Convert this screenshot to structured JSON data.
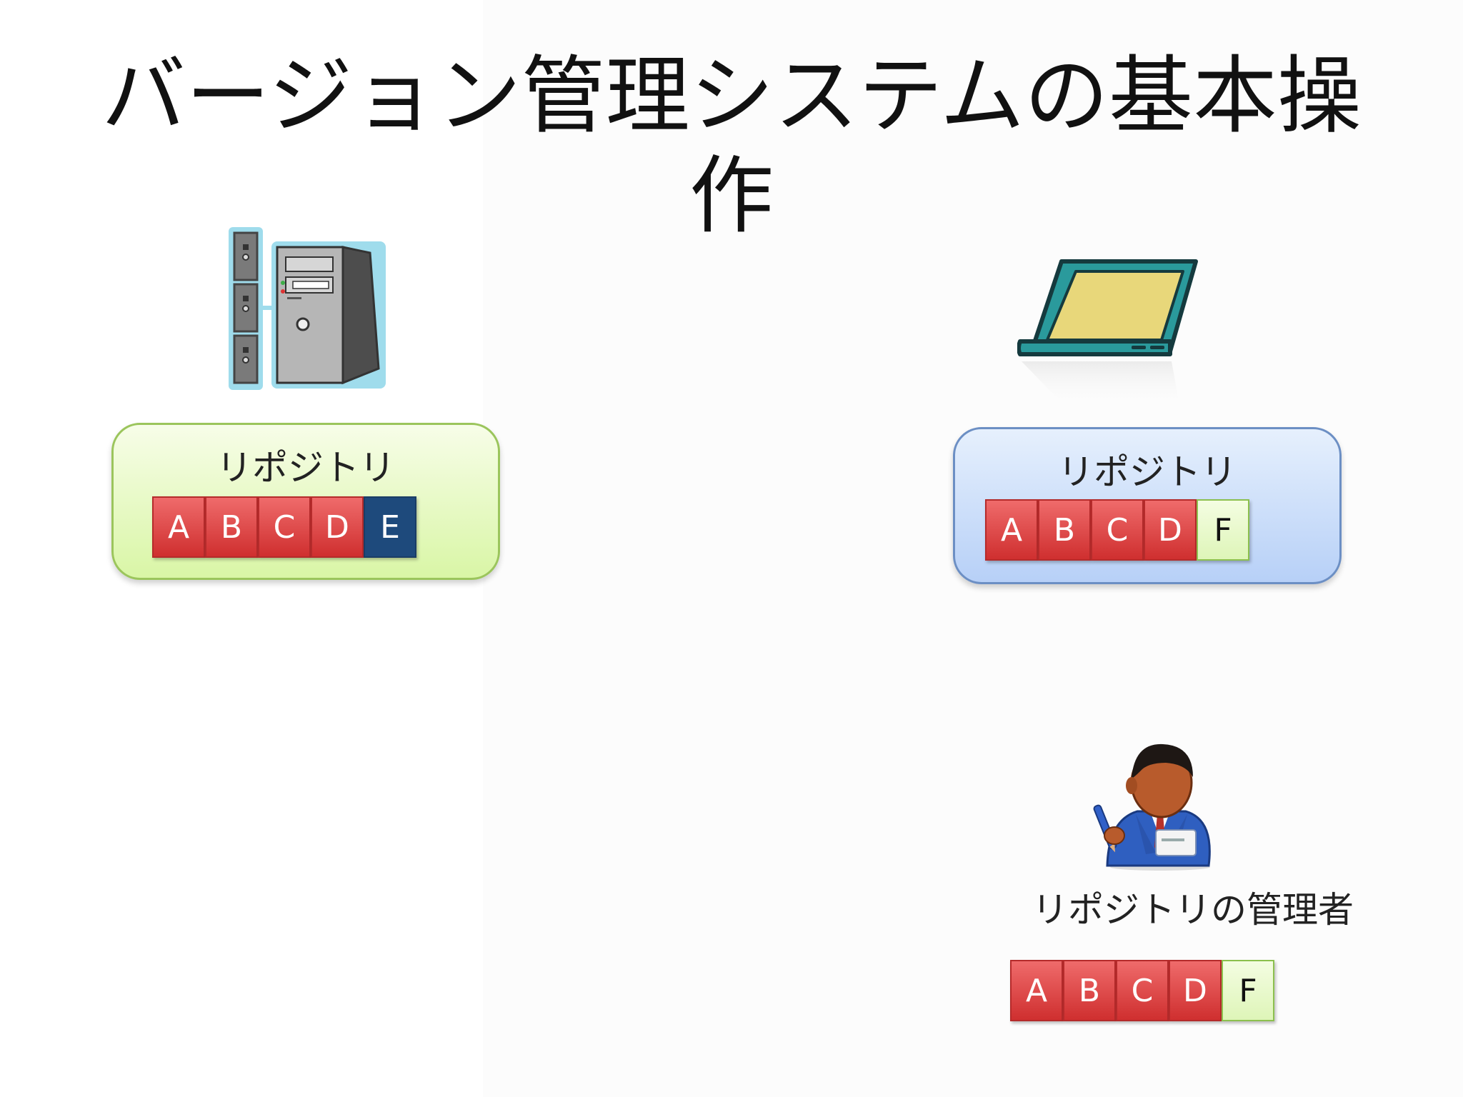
{
  "slide": {
    "title": "バージョン管理システムの基本操作",
    "server_repo": {
      "label": "リポジトリ",
      "commits": [
        {
          "id": "A",
          "state": "shared"
        },
        {
          "id": "B",
          "state": "shared"
        },
        {
          "id": "C",
          "state": "shared"
        },
        {
          "id": "D",
          "state": "shared"
        },
        {
          "id": "E",
          "state": "new-server"
        }
      ]
    },
    "local_repo": {
      "label": "リポジトリ",
      "commits": [
        {
          "id": "A",
          "state": "shared"
        },
        {
          "id": "B",
          "state": "shared"
        },
        {
          "id": "C",
          "state": "shared"
        },
        {
          "id": "D",
          "state": "shared"
        },
        {
          "id": "F",
          "state": "new-local"
        }
      ]
    },
    "admin": {
      "label": "リポジトリの管理者",
      "commits": [
        {
          "id": "A",
          "state": "shared"
        },
        {
          "id": "B",
          "state": "shared"
        },
        {
          "id": "C",
          "state": "shared"
        },
        {
          "id": "D",
          "state": "shared"
        },
        {
          "id": "F",
          "state": "new-local"
        }
      ]
    },
    "icons": {
      "server": "server-icon",
      "laptop": "laptop-icon",
      "admin": "person-icon"
    },
    "colors": {
      "commit_shared": "#d94444",
      "commit_new_server": "#1e4a7c",
      "commit_new_local": "#e4f7c6",
      "server_box": "#d9f6a6",
      "local_box": "#b7d0f7"
    }
  }
}
